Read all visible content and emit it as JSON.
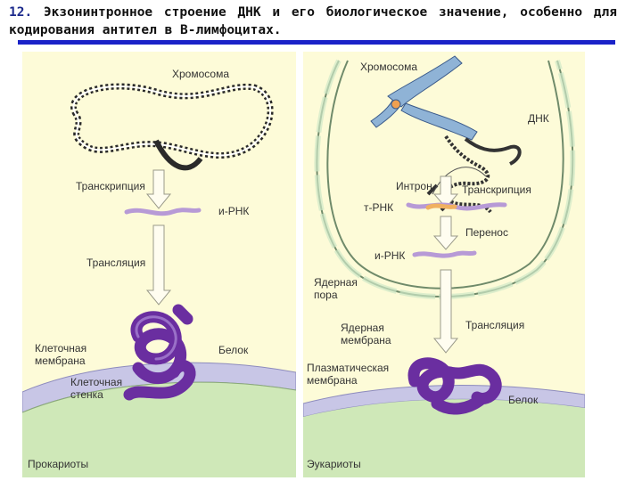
{
  "header": {
    "number": "12.",
    "title": "Экзонинтронное строение ДНК и его биологическое значение, особенно для кодирования антител в В-лимфоцитах."
  },
  "left_panel": {
    "chromosome": "Хромосома",
    "transcription": "Транскрипция",
    "mrna": "и-РНК",
    "translation": "Трансляция",
    "protein": "Белок",
    "cell_membrane": "Клеточная мембрана",
    "cell_wall": "Клеточная стенка",
    "caption": "Прокариоты"
  },
  "right_panel": {
    "chromosome": "Хромосома",
    "dna": "ДНК",
    "intron": "Интрон",
    "transcription": "Транскрипция",
    "trna": "т-РНК",
    "transfer": "Перенос",
    "mrna": "и-РНК",
    "nuclear_pore": "Ядерная пора",
    "nuclear_membrane": "Ядерная мембрана",
    "translation": "Трансляция",
    "plasma_membrane": "Плазматическая мембрана",
    "protein": "Белок",
    "caption": "Эукариоты"
  },
  "colors": {
    "title_rule": "#1a22c8",
    "panel_bg": "#fdfbd8",
    "protein": "#6a2ea0",
    "mrna": "#b79ad6",
    "membrane": "#b8b8dc",
    "cytoplasm_floor": "#cfe8b8"
  }
}
